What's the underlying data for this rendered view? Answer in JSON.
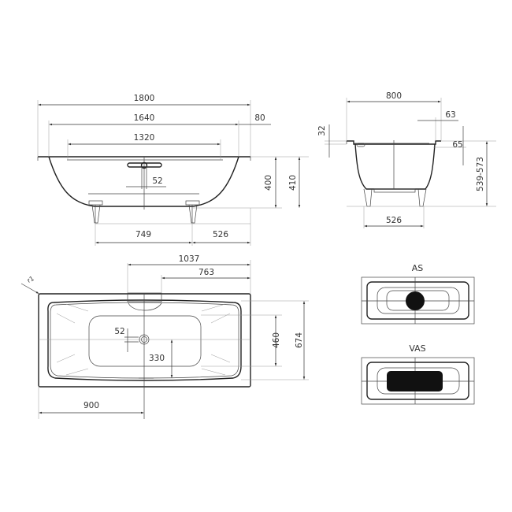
{
  "colors": {
    "line": "#222222",
    "text": "#333333",
    "background": "#ffffff",
    "fill_dark": "#111111"
  },
  "side_view": {
    "dims": {
      "overall_length": "1800",
      "rim_inner_length": "1640",
      "bottom_length": "1320",
      "rim_width": "80",
      "waste_offset": "52",
      "inner_depth": "400",
      "total_depth": "410",
      "leg_spacing": "749",
      "leg_to_end": "526"
    }
  },
  "end_view": {
    "dims": {
      "overall_width": "800",
      "rim_thickness": "32",
      "rim_edge": "63",
      "rim_drop": "65",
      "height_range": "539-573",
      "leg_spacing": "526"
    }
  },
  "plan_view": {
    "dims": {
      "overflow_to_end": "1037",
      "overflow_edge_to_end": "763",
      "corner_radius": "r1",
      "waste_offset": "52",
      "waste_to_edge": "330",
      "inner_width": "460",
      "overall_width": "674",
      "waste_from_end": "900"
    }
  },
  "variants": [
    {
      "label": "AS",
      "type": "round-antislip"
    },
    {
      "label": "VAS",
      "type": "full-antislip"
    }
  ]
}
